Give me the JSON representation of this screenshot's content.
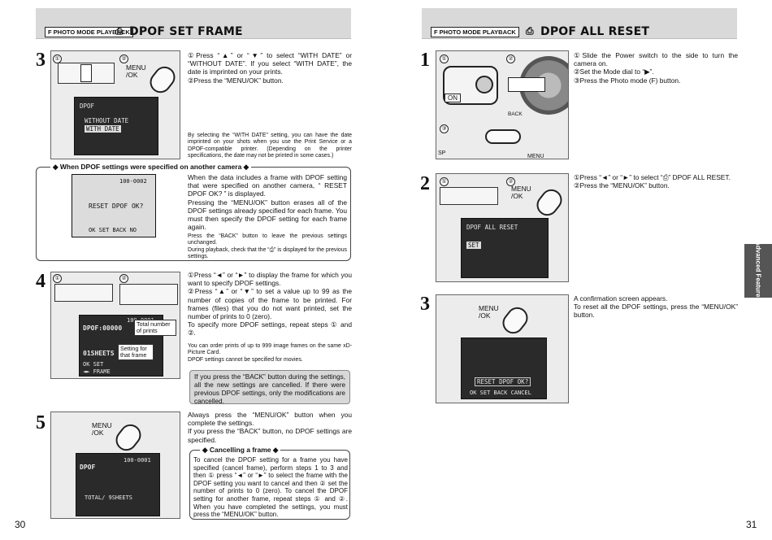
{
  "left_page": {
    "header": {
      "badge": "F PHOTO MODE  PLAYBACK",
      "title": "DPOF SET FRAME",
      "icon": "printer-icon"
    },
    "page_number": "30",
    "step3": {
      "num": "3",
      "circle1": "①",
      "circle2": "②",
      "menu_label": "MENU\n/OK",
      "lcd": [
        "DPOF",
        "WITHOUT DATE",
        "WITH DATE"
      ],
      "text1": "①Press “▲” or “▼” to select “WITH DATE” or “WITHOUT DATE”. If you select “WITH DATE”, the date is imprinted on your prints.",
      "text2": "②Press the “MENU/OK” button.",
      "note": "By selecting the “WITH DATE” setting, you can have the date imprinted on your shots when you use the Print Service or a DPOF-compatible printer. (Depending on the printer specifications, the date may not be printed in some cases.)"
    },
    "other_camera": {
      "title": "◆ When DPOF settings were specified on another camera ◆",
      "lcd_top": "100-0002",
      "lcd_msg": "RESET DPOF OK?",
      "lcd_bottom": "OK SET  BACK NO",
      "text1": "When the data includes a frame with DPOF setting that were specified on another camera, “ RESET DPOF OK? ” is displayed.",
      "text2": "Pressing the “MENU/OK” button erases all of the DPOF settings already specified for each frame. You must then specify the DPOF setting for each frame again.",
      "note1": "Press the “BACK” button to leave the previous settings unchanged.",
      "note2": "During playback, check that the “⎙” is displayed for the previous settings."
    },
    "step4": {
      "num": "4",
      "circle1": "①",
      "circle2": "②",
      "lcd_top": "100-0001",
      "lcd_dpof": "DPOF:00000",
      "lcd_sheets": "01SHEETS",
      "lcd_set": "OK SET",
      "lcd_frame": "◄► FRAME",
      "callout1": "Total number of prints",
      "callout2": "Setting for that frame",
      "text1": "①Press “◄” or “►” to display the frame for which you want to specify DPOF settings.",
      "text2": "②Press “▲” or “▼” to set a value up to 99 as the number of copies of the frame to be printed. For frames (files) that you do not want printed, set the number of prints to 0 (zero).",
      "text3": "To specify more DPOF settings, repeat steps ① and ②.",
      "note1": "You can order prints of up to 999 image frames on the same xD-Picture Card.",
      "note2": "DPOF settings cannot be specified for movies.",
      "grey": "If you press the “BACK” button during the settings, all the new settings are cancelled. If there were previous DPOF settings, only the modifications are cancelled."
    },
    "step5": {
      "num": "5",
      "menu_label": "MENU\n/OK",
      "lcd_top": "100-0001",
      "lcd_dpof": "DPOF",
      "lcd_total": "TOTAL/     9SHEETS",
      "text1": "Always press the “MENU/OK” button when you complete the settings.",
      "text2": "If you press the “BACK” button, no DPOF settings are specified.",
      "cancel_title": "◆ Cancelling a frame ◆",
      "cancel_text": "To cancel the DPOF setting for a frame you have specified (cancel frame), perform steps 1 to 3 and then ① press “◄” or “►” to select the frame with the DPOF setting you want to cancel and then ② set the number of prints to 0 (zero). To cancel the DPOF setting for another frame, repeat steps ① and ②. When you have completed the settings, you must press the “MENU/OK” button."
    }
  },
  "right_page": {
    "header": {
      "badge": "F PHOTO MODE  PLAYBACK",
      "title": "DPOF ALL RESET",
      "icon": "printer-reset-icon"
    },
    "page_number": "31",
    "side_tab": "Advanced Features",
    "step1": {
      "num": "1",
      "circle1": "①",
      "circle2": "②",
      "circle3": "③",
      "on_label": "ON",
      "back_label": "BACK",
      "menu_label": "MENU",
      "sp_label": "SP",
      "text1": "①Slide the Power switch to the side to turn the camera on.",
      "text2": "②Set the Mode dial to “▶”.",
      "text3": "③Press the Photo mode (F) button."
    },
    "step2": {
      "num": "2",
      "circle1": "①",
      "circle2": "②",
      "menu_label": "MENU\n/OK",
      "lcd": [
        "DPOF ALL RESET",
        "SET"
      ],
      "text1": "①Press “◄” or “►” to select “⎙” DPOF ALL RESET.",
      "text2": "②Press the “MENU/OK” button."
    },
    "step3": {
      "num": "3",
      "menu_label": "MENU\n/OK",
      "lcd_msg": "RESET DPOF OK?",
      "lcd_bottom": "OK SET  BACK CANCEL",
      "text1": "A confirmation screen appears.",
      "text2": "To reset all the DPOF settings, press the “MENU/OK” button."
    }
  }
}
